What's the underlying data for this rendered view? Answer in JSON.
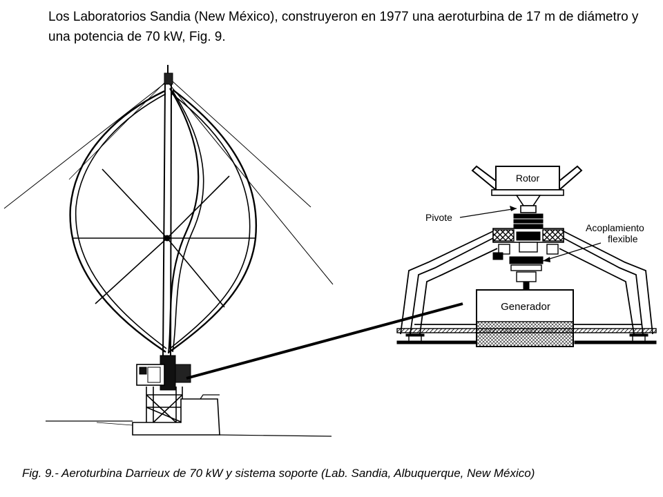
{
  "slide": {
    "title": "Los Laboratorios Sandia (New México), construyeron en 1977 una aeroturbina de 17 m de diámetro y una potencia de 70 kW, Fig. 9.",
    "caption": "Fig. 9.- Aeroturbina Darrieux de 70 kW y sistema soporte (Lab. Sandia, Albuquerque, New México)"
  },
  "diagram": {
    "labels": {
      "rotor": "Rotor",
      "pivote": "Pivote",
      "acoplamiento_1": "Acoplamiento",
      "acoplamiento_2": "flexible",
      "generador": "Generador"
    },
    "colors": {
      "ink": "#000000",
      "paper": "#ffffff"
    }
  }
}
